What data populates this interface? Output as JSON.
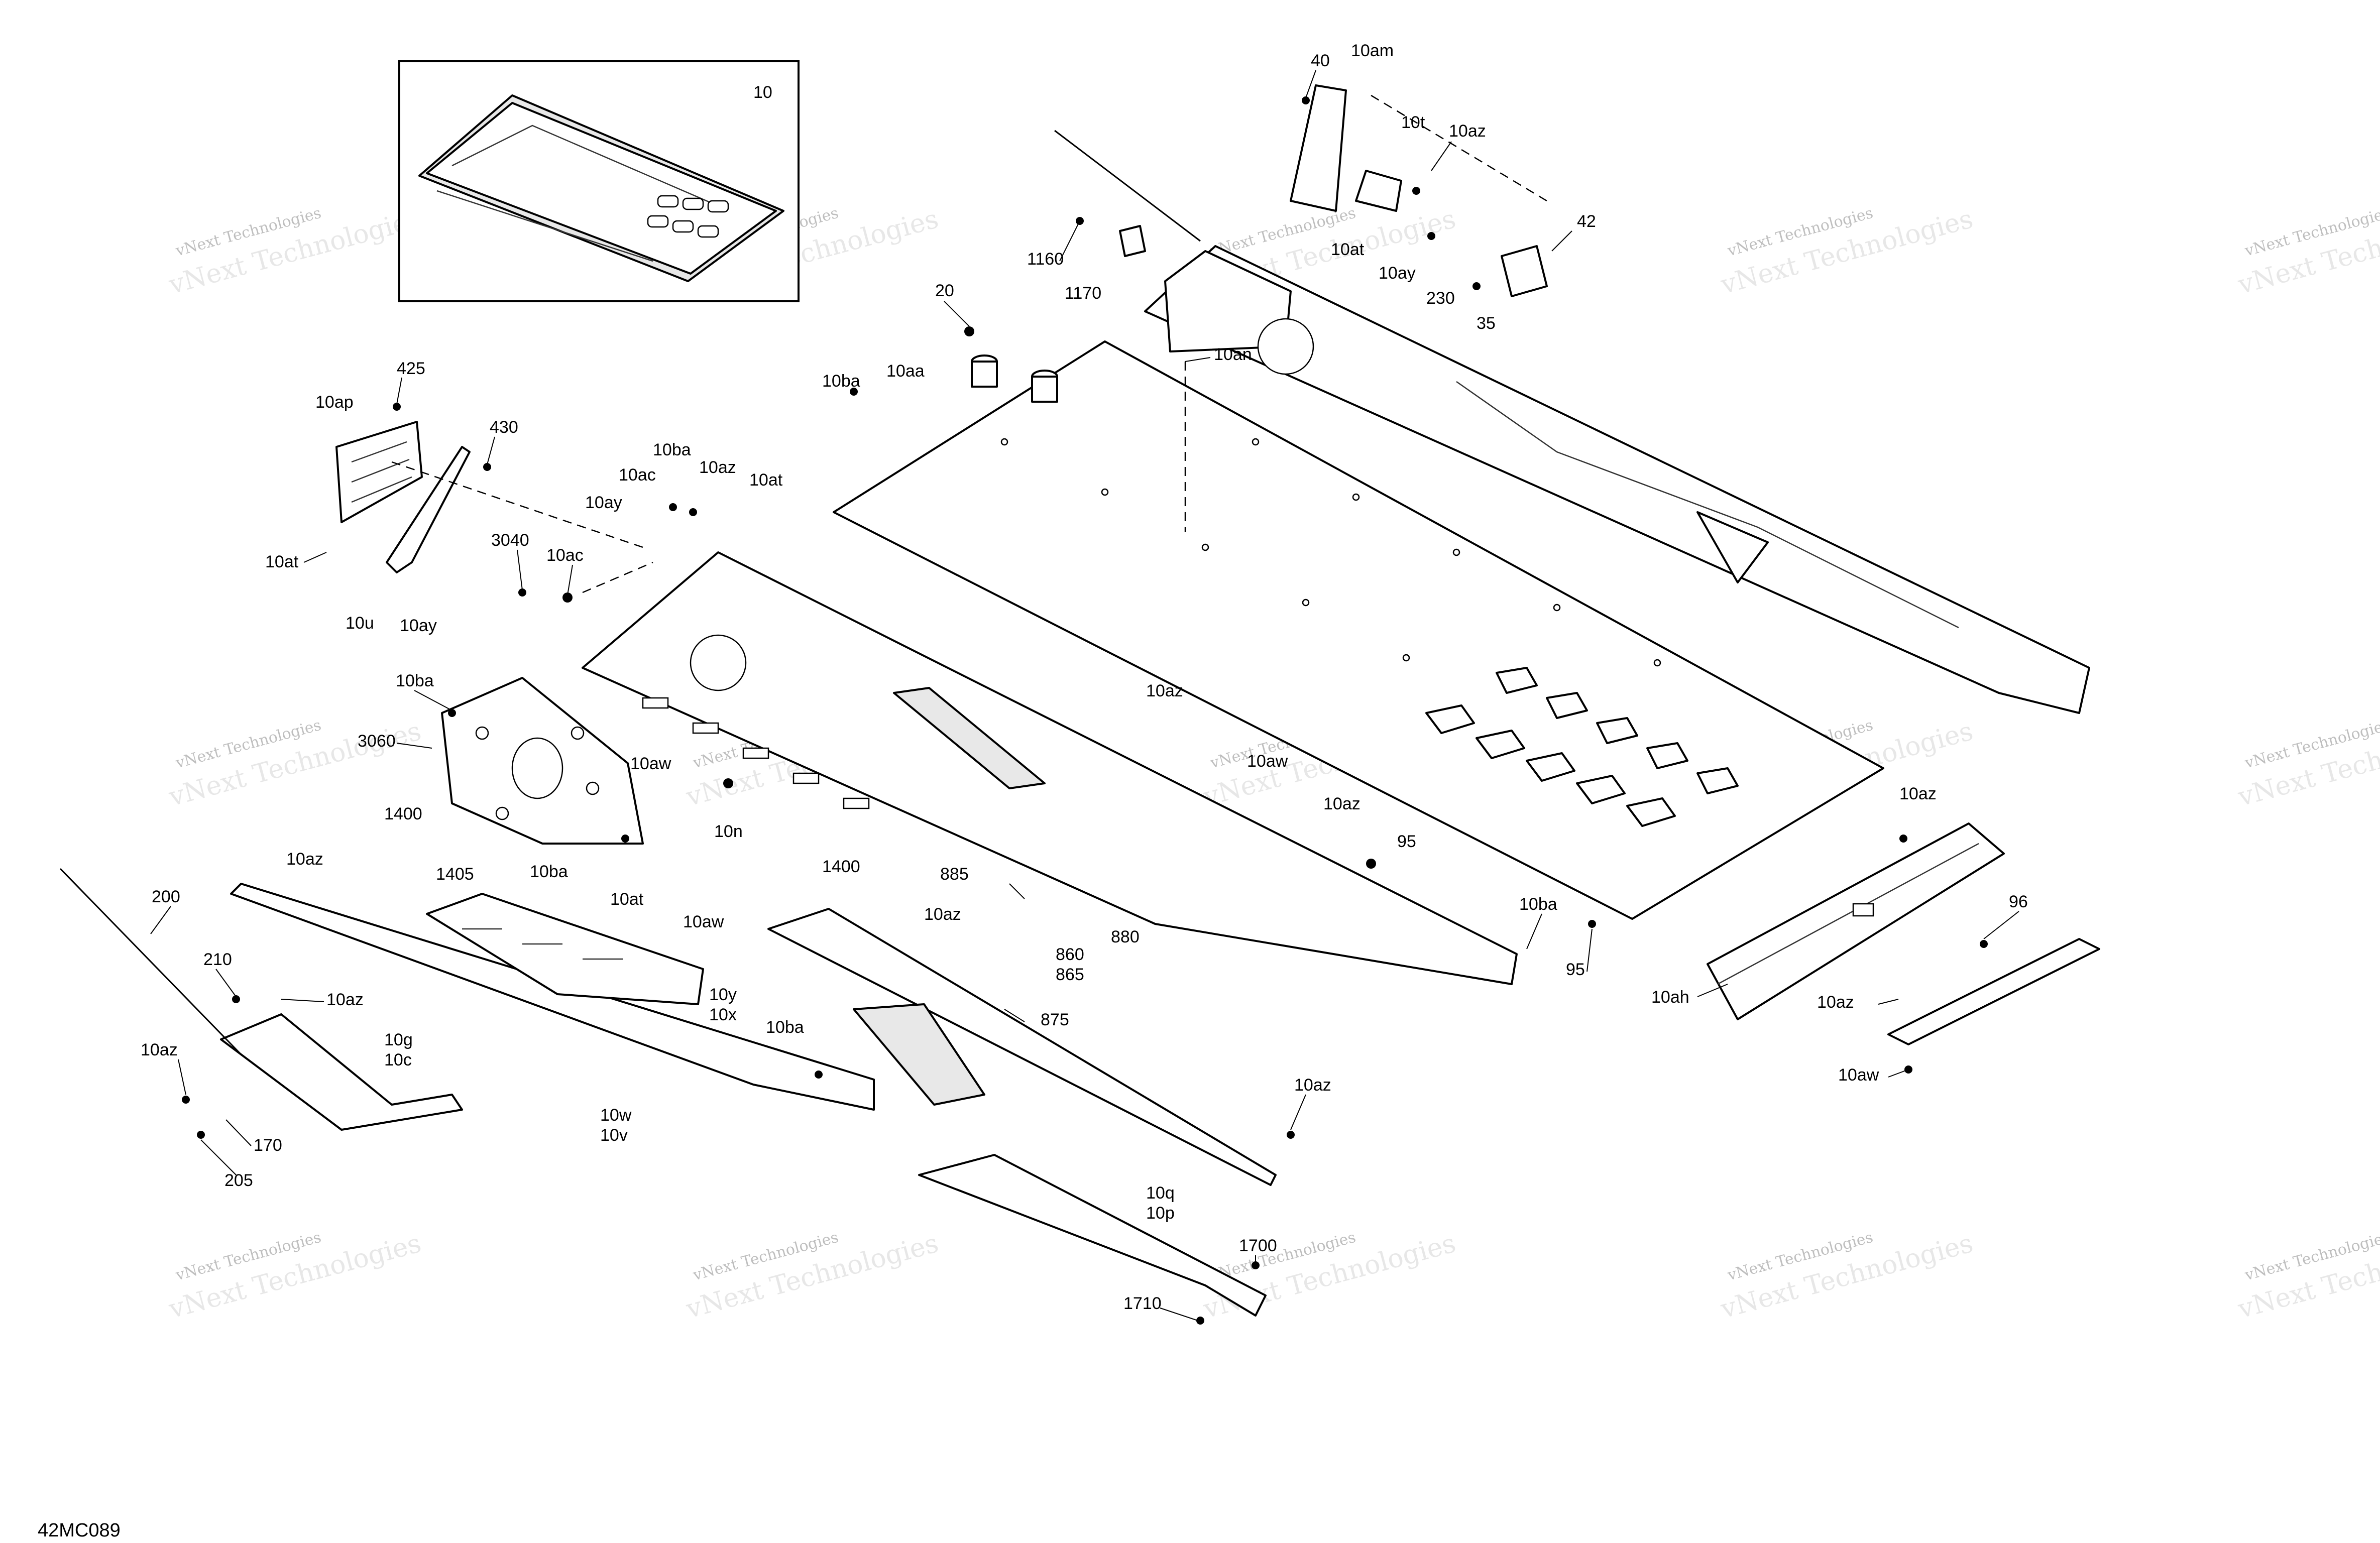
{
  "figure_id": "42MC089",
  "inset_label": "10",
  "watermark": {
    "line1": "vNext Technologies",
    "line2": "vNext Technologies"
  },
  "callouts": {
    "c10am": "10am",
    "c40": "40",
    "c10t": "10t",
    "c10az_top": "10az",
    "c42": "42",
    "c10at_top": "10at",
    "c10ay_top": "10ay",
    "c230": "230",
    "c35": "35",
    "c1160": "1160",
    "c1170": "1170",
    "c20": "20",
    "c10an": "10an",
    "c10ba_a": "10ba",
    "c10aa": "10aa",
    "c425": "425",
    "c10ap": "10ap",
    "c430": "430",
    "c10at_a": "10at",
    "c10u": "10u",
    "c10ay_a": "10ay",
    "c10ba_b": "10ba",
    "c10ac_a": "10ac",
    "c10az_a": "10az",
    "c10at_b": "10at",
    "c10ay_b": "10ay",
    "c3040": "3040",
    "c10ac_b": "10ac",
    "c10ba_c": "10ba",
    "c3060": "3060",
    "c1400_a": "1400",
    "c10aw_a": "10aw",
    "c10n": "10n",
    "c1405": "1405",
    "c10ba_d": "10ba",
    "c10at_c": "10at",
    "c10aw_b": "10aw",
    "c10y": "10y",
    "c10x": "10x",
    "c10az_b": "10az",
    "c10aw_c": "10aw",
    "c10az_c": "10az",
    "c95_a": "95",
    "c1400_b": "1400",
    "c885": "885",
    "c10az_d": "10az",
    "c880": "880",
    "c860": "860",
    "c865": "865",
    "c875": "875",
    "c10ba_e": "10ba",
    "c95_b": "95",
    "c200": "200",
    "c10az_e": "10az",
    "c210": "210",
    "c10az_f": "10az",
    "c10az_g": "10az",
    "c10g": "10g",
    "c10c": "10c",
    "c170": "170",
    "c205": "205",
    "c10ba_f": "10ba",
    "c10w": "10w",
    "c10v": "10v",
    "c10az_h": "10az",
    "c10q": "10q",
    "c10p": "10p",
    "c1700": "1700",
    "c1710": "1710",
    "c10az_i": "10az",
    "c10ah": "10ah",
    "c96": "96",
    "c10az_j": "10az",
    "c10aw_d": "10aw"
  }
}
